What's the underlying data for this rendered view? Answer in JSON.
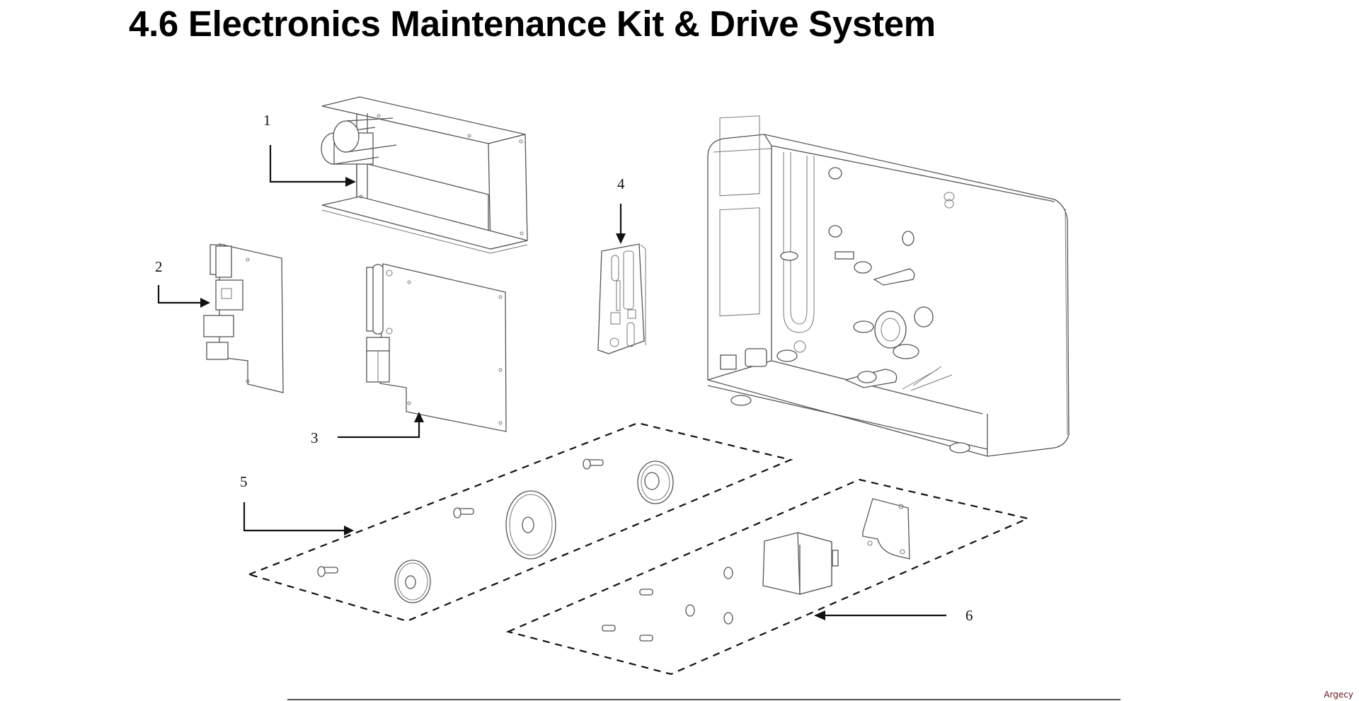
{
  "page": {
    "title": "4.6 Electronics Maintenance Kit & Drive System",
    "watermark": "Argecy"
  },
  "diagram": {
    "callouts": [
      {
        "number": "1",
        "part": "electronics-bracket"
      },
      {
        "number": "2",
        "part": "interface-board"
      },
      {
        "number": "3",
        "part": "main-board"
      },
      {
        "number": "4",
        "part": "connector-plate"
      },
      {
        "number": "5",
        "part": "gear-kit"
      },
      {
        "number": "6",
        "part": "stepper-motor-kit"
      }
    ]
  }
}
